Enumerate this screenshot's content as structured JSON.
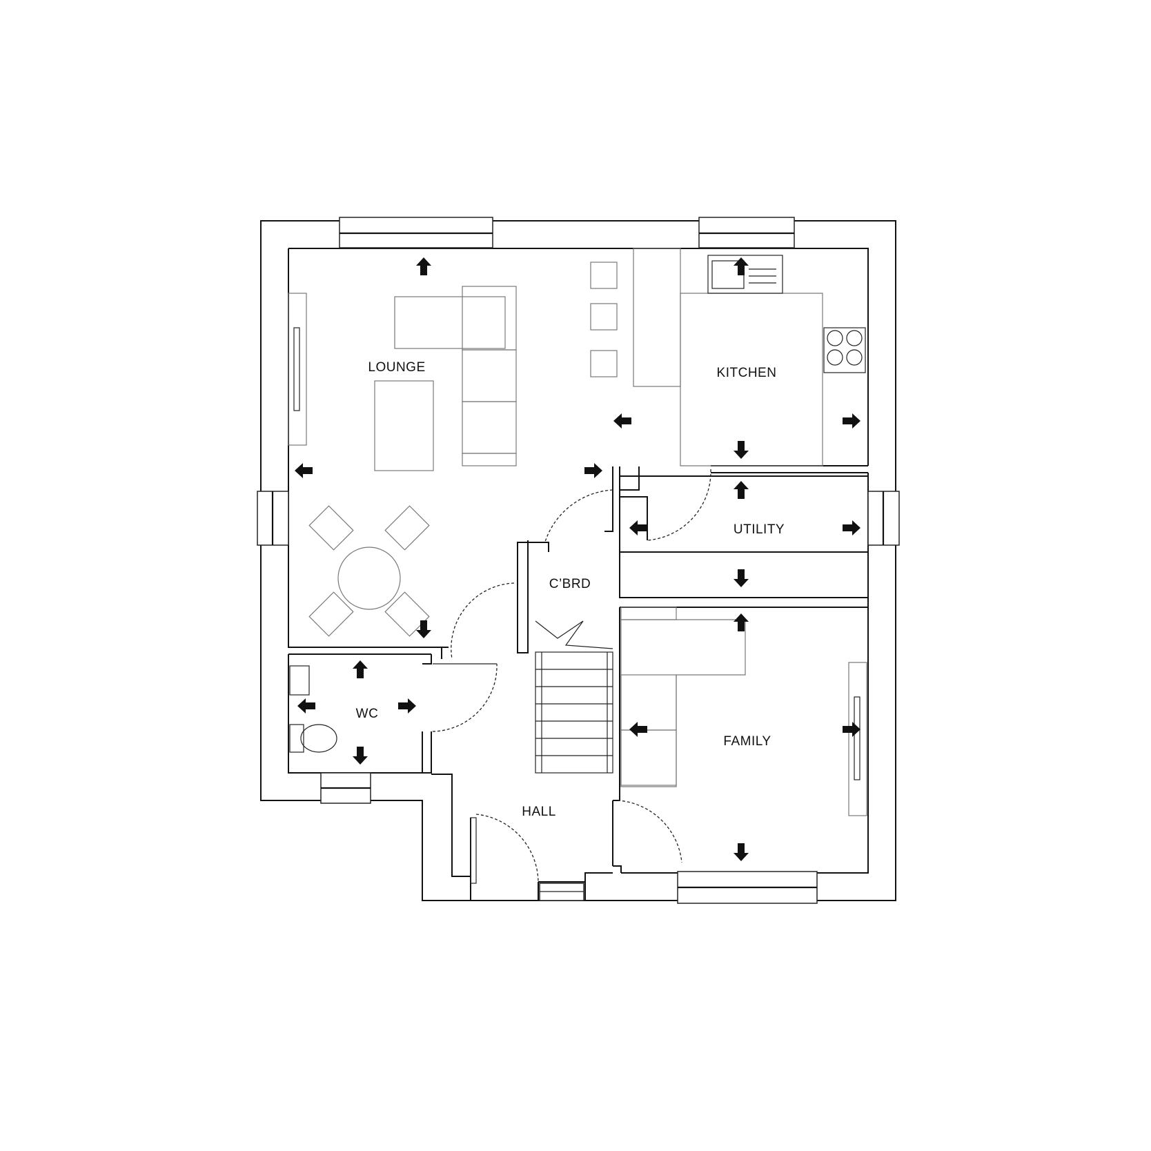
{
  "plan": {
    "rooms": {
      "lounge": "LOUNGE",
      "kitchen": "KITCHEN",
      "utility": "UTILITY",
      "cupboard": "C’BRD",
      "wc": "WC",
      "family": "FAMILY",
      "hall": "HALL"
    }
  },
  "icons": {
    "dimension_arrow": "arrow-icon",
    "door_swing": "door-swing-icon",
    "window": "window-icon",
    "hob": "hob-icon",
    "sink": "sink-icon",
    "toilet": "toilet-icon"
  },
  "colors": {
    "ink": "#111111",
    "furniture": "#777777",
    "background": "#ffffff"
  }
}
